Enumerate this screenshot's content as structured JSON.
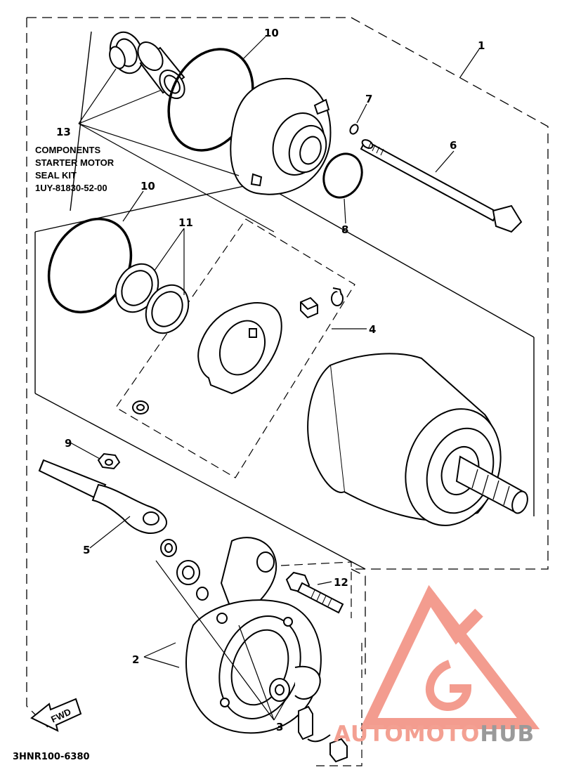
{
  "callouts": {
    "c1": "1",
    "c2": "2",
    "c3": "3",
    "c4": "4",
    "c5": "5",
    "c6": "6",
    "c7": "7",
    "c8": "8",
    "c9": "9",
    "c10a": "10",
    "c10b": "10",
    "c11": "11",
    "c12": "12",
    "c13": "13"
  },
  "note": {
    "line1": "COMPONENTS",
    "line2": "STARTER MOTOR",
    "line3": "SEAL KIT",
    "line4": "1UY-81830-52-00"
  },
  "fwd_label": "FWD",
  "diagram_code": "3HNR100-6380",
  "watermark": {
    "part1": "AUTOMOTO",
    "part2": "HUB",
    "color1": "#f3a092",
    "color2": "#9a9a9a",
    "logo_color": "#f28b7c"
  }
}
